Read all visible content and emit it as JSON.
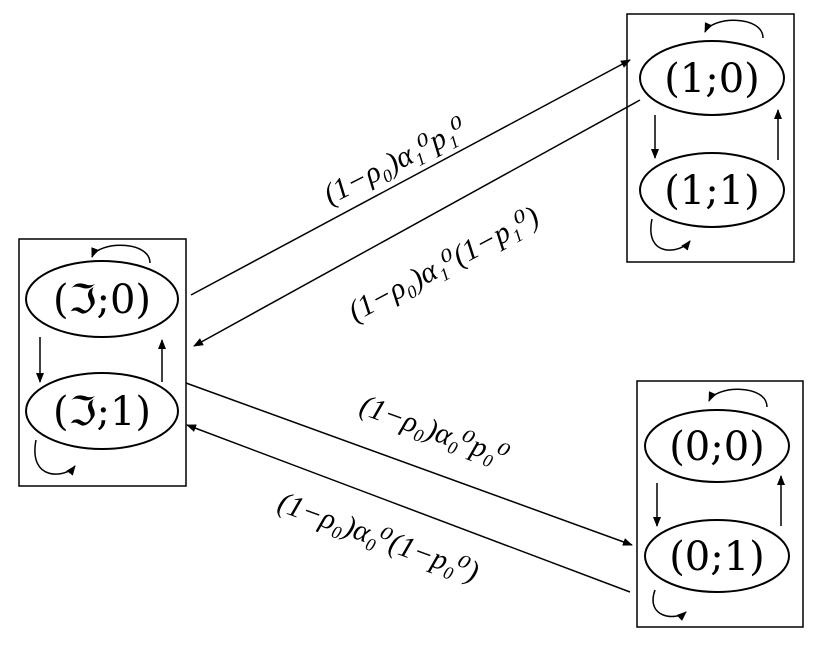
{
  "groups": {
    "unknown": {
      "top": "(ℑ;0)",
      "bottom": "(ℑ;1)"
    },
    "one": {
      "top": "(1;0)",
      "bottom": "(1;1)"
    },
    "zero": {
      "top": "(0;0)",
      "bottom": "(0;1)"
    }
  },
  "edges": {
    "unknown_to_one": "(1−ρ₀)α₁⁰p₁⁰",
    "one_to_unknown": "(1−ρ₀)α₁⁰(1−p₁⁰)",
    "unknown_to_zero": "(1−ρ₀)α₀⁰p₀⁰",
    "zero_to_unknown": "(1−ρ₀)α₀⁰(1−p₀⁰)"
  }
}
